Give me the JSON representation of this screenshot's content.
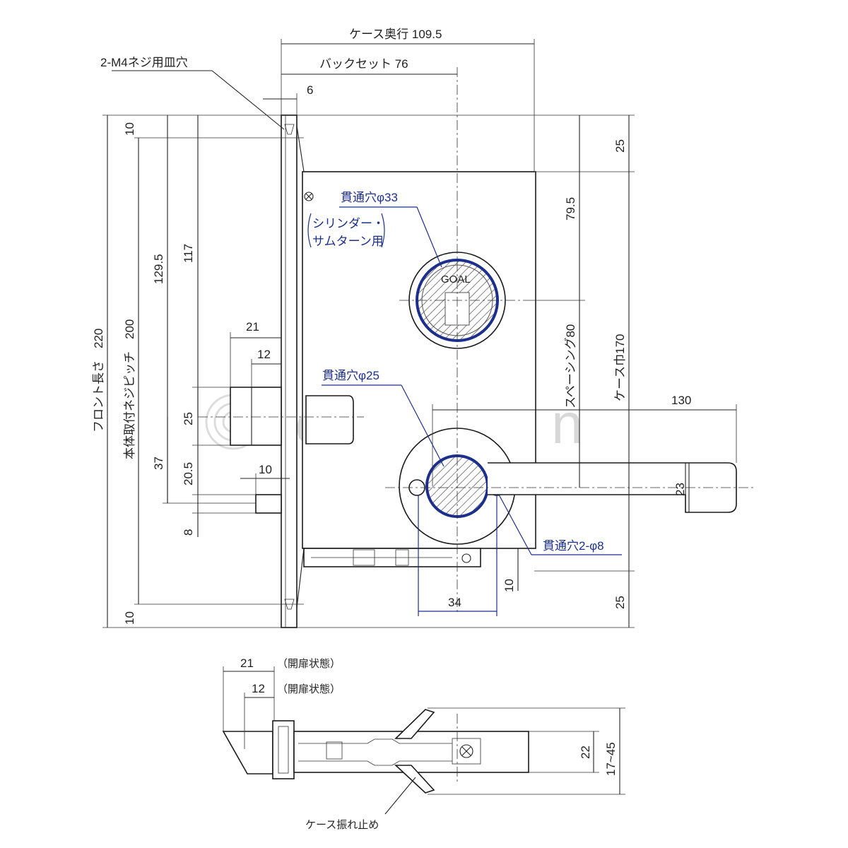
{
  "drawing": {
    "watermark": "key town",
    "dimensions": {
      "case_depth": "ケース奥行 109.5",
      "backset": "バックセット 76",
      "d6": "6",
      "d10_top": "10",
      "d10_bottom": "10",
      "d129_5": "129.5",
      "d117": "117",
      "d220": "フロント長さ　220",
      "d200": "本体取付ネジピッチ　200",
      "d21": "21",
      "d12": "12",
      "d25_latch": "25",
      "d37": "37",
      "d20_5": "20.5",
      "d10_dead": "10",
      "d8": "8",
      "d25_top": "25",
      "d79_5": "79.5",
      "spacing": "スペーシング80",
      "case_width": "ケース巾170",
      "d130": "130",
      "d23": "23",
      "d34": "34",
      "d10_low": "10",
      "d25_bottom": "25"
    },
    "callouts": {
      "screw_hole": "2-M4ネジ用皿穴",
      "hole33": "貫通穴φ33",
      "hole33_note1": "シリンダー・",
      "hole33_note2": "サムターン用",
      "hole25": "貫通穴φ25",
      "hole8": "貫通穴2-φ8",
      "cylinder_mark": "GOAL"
    },
    "side_view": {
      "d21": "21",
      "d21_note": "（開扉状態）",
      "d12": "12",
      "d12_note": "（開扉状態）",
      "d22": "22",
      "d17_45": "17~45",
      "stopper": "ケース振れ止め"
    }
  }
}
